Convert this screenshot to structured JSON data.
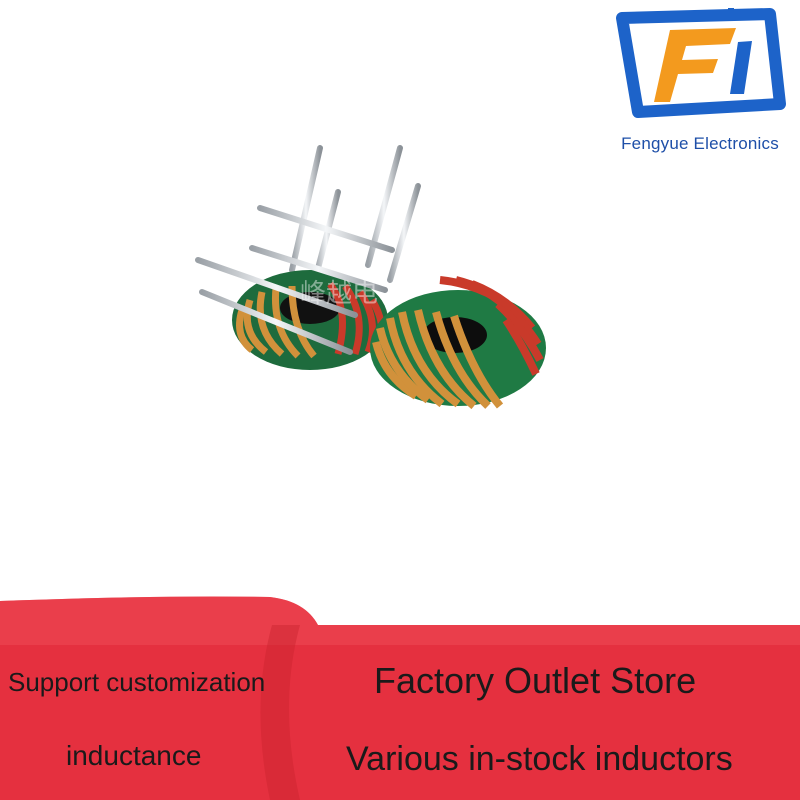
{
  "brand": {
    "name": "Fengyue Electronics",
    "logo_icon": "fy-square-logo-icon",
    "colors": {
      "blue": "#1d63c9",
      "orange": "#f39a1e"
    }
  },
  "product": {
    "watermark": "峰越电",
    "image_icon": "toroidal-inductor-pair-icon"
  },
  "banner": {
    "color": "#e5303f",
    "left_line1": "Support customization",
    "left_line2": "inductance",
    "right_line1": "Factory Outlet Store",
    "right_line2": "Various in-stock inductors"
  }
}
